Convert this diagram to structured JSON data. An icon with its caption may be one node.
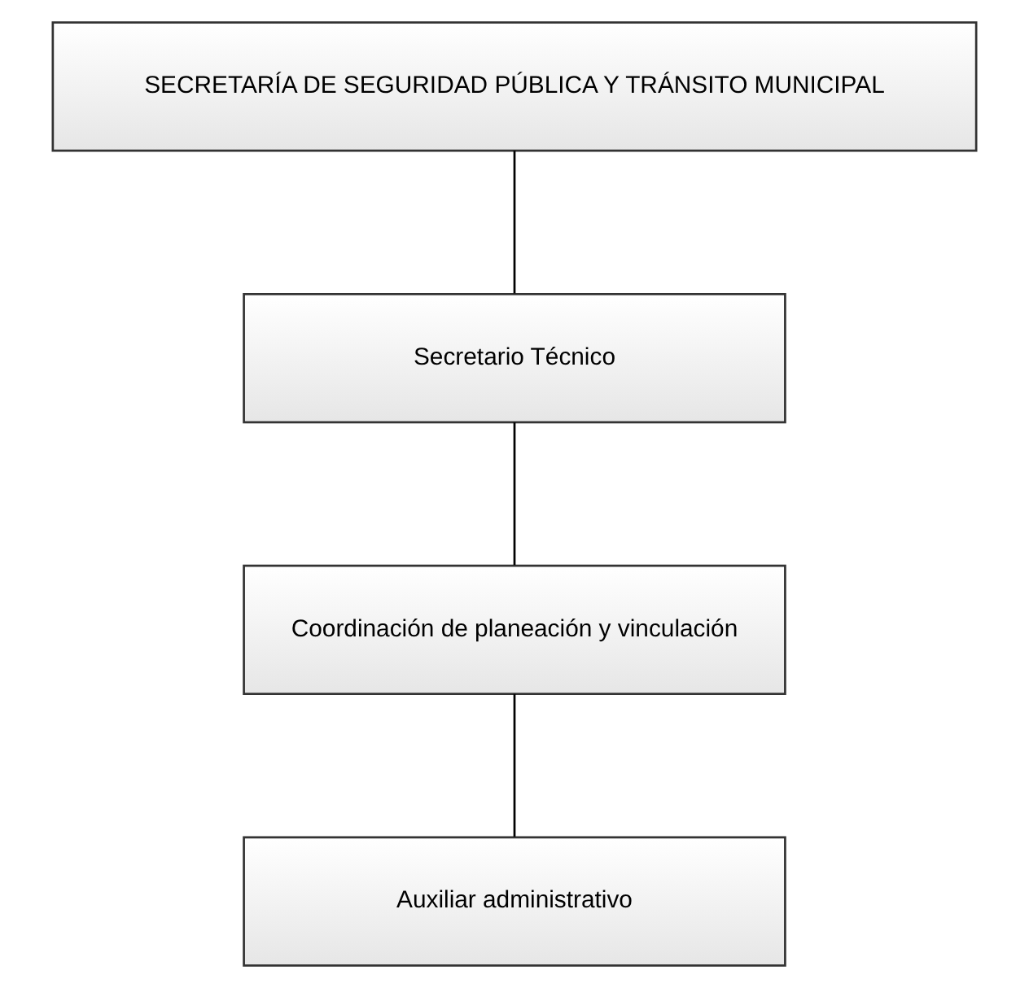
{
  "diagram": {
    "nodes": [
      {
        "text": [
          "SECRETARÍA DE SEGURIDAD PÚBLICA Y TRÁNSITO MUNICIPAL"
        ]
      },
      {
        "text": [
          "Secretario Técnico"
        ]
      },
      {
        "text": [
          "Coordinación de planeación y vinculación"
        ]
      },
      {
        "text": [
          "Auxiliar administrativo"
        ]
      }
    ],
    "edges": [
      {
        "from": 0,
        "to": 1,
        "arrow": "none"
      },
      {
        "from": 1,
        "to": 2,
        "arrow": "none"
      },
      {
        "from": 2,
        "to": 3,
        "arrow": "none"
      }
    ]
  }
}
